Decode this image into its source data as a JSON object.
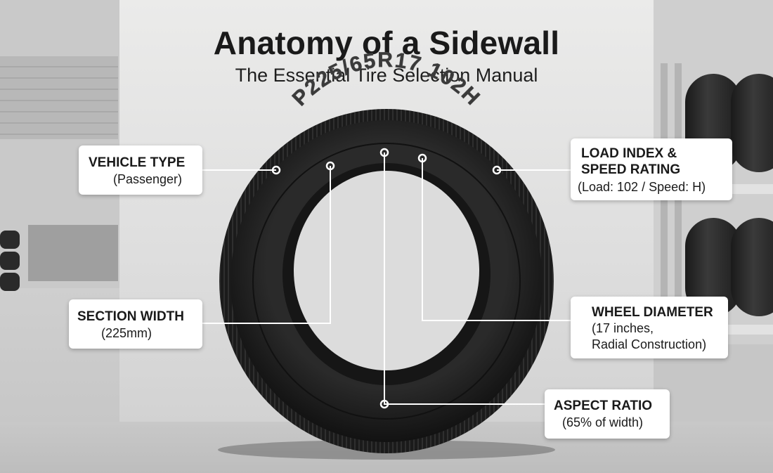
{
  "title": "Anatomy of a Sidewall",
  "subtitle": "The Essential Tire Selection Manual",
  "sidewall_code": "P225/65R17 102H",
  "callouts": {
    "vehicle_type": {
      "head": "VEHICLE TYPE",
      "body": "(Passenger)"
    },
    "section_width": {
      "head": "SECTION WIDTH",
      "body": "(225mm)"
    },
    "load_speed": {
      "head1": "LOAD INDEX &",
      "head2": "SPEED RATING",
      "body": "(Load: 102 / Speed: H)"
    },
    "wheel_diameter": {
      "head": "WHEEL DIAMETER",
      "body1": "(17 inches,",
      "body2": "Radial Construction)"
    },
    "aspect_ratio": {
      "head": "ASPECT RATIO",
      "body": "(65% of width)"
    }
  },
  "colors": {
    "tire": "#1c1c1c",
    "leader": "#ffffff",
    "callout_bg": "#ffffff",
    "text": "#1a1a1a"
  }
}
